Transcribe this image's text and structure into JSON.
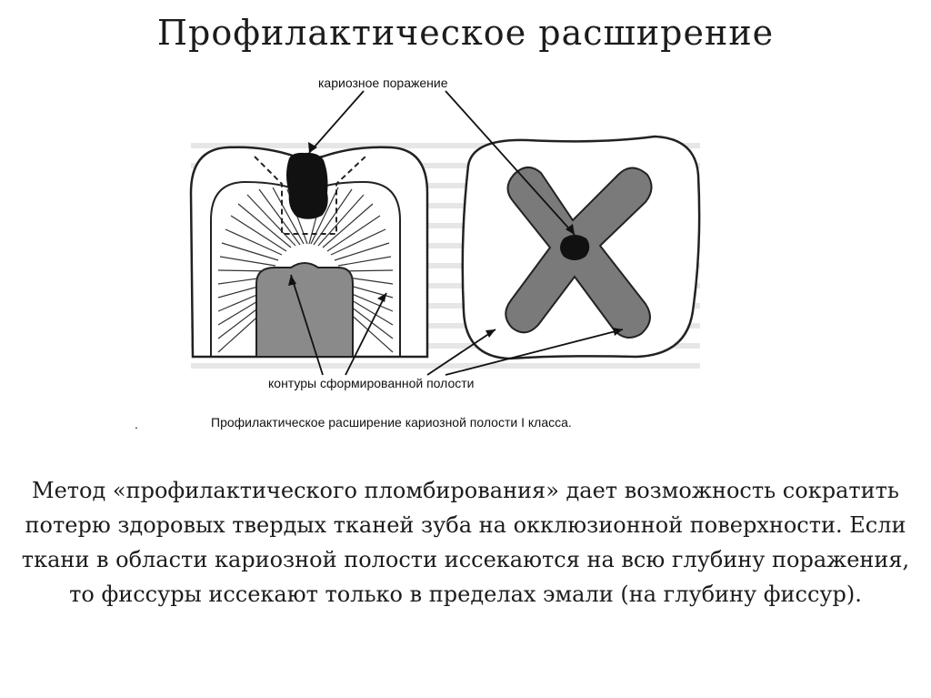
{
  "title": "Профилактическое расширение",
  "figure": {
    "label_top": "кариозное поражение",
    "label_bottom": "контуры сформированной полости",
    "caption": "Профилактическое расширение кариозной полости I класса.",
    "dot": "."
  },
  "body_text": "Метод «профилактического пломбирования» дает возможность сократить потерю здоровых твердых тканей зуба на окклюзионной поверхности. Если ткани в области кариозной полости иссекаются на всю глубину поражения, то фиссуры иссекают только в пределах эмали (на глубину фиссур)."
}
